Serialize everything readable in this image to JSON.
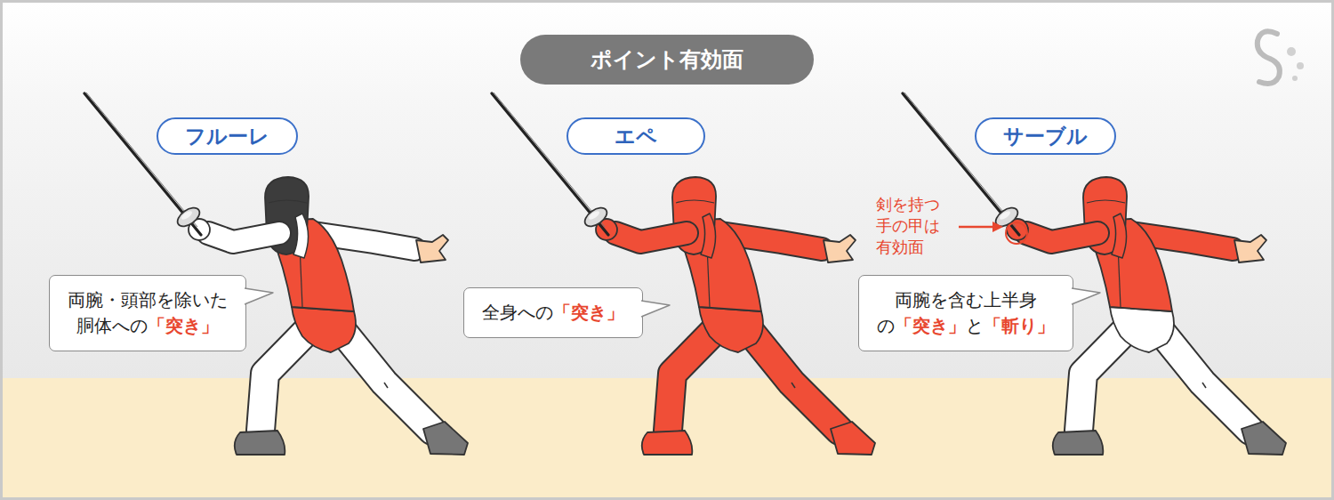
{
  "diagram": {
    "title": "ポイント有効面",
    "nodes": [
      {
        "text": [
          "フルーレ"
        ]
      },
      {
        "text": [
          "エペ"
        ]
      },
      {
        "text": [
          "サーブル"
        ]
      },
      {
        "text": [
          "両腕・頭部を除いた",
          "胴体への",
          "「突き」"
        ]
      },
      {
        "text": [
          "全身への",
          "「突き」"
        ]
      },
      {
        "text": [
          "両腕を含む上半身",
          "の",
          "「突き」",
          "と",
          "「斬り」"
        ]
      }
    ],
    "labels": [
      "剣を持つ 手の甲は 有効面"
    ]
  }
}
